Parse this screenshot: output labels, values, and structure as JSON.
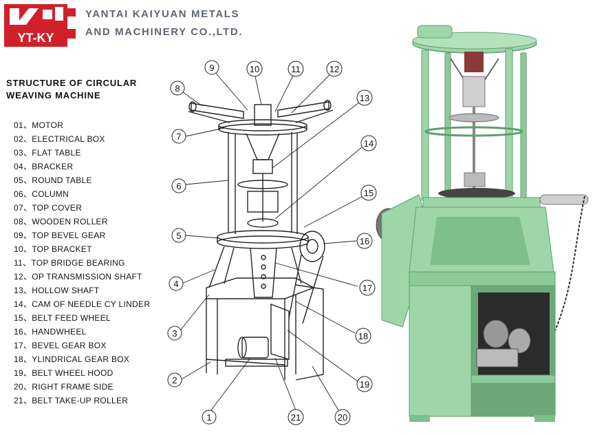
{
  "company": {
    "logo_text": "YT-KY",
    "name_line1": "YANTAI KAIYUAN METALS",
    "name_line2": "AND MACHINERY CO.,LTD."
  },
  "title": {
    "line1": "STRUCTURE OF CIRCULAR",
    "line2": "WEAVING MACHINE"
  },
  "parts": [
    "01、MOTOR",
    "02、ELECTRICAL BOX",
    "03、FLAT TABLE",
    "04、BRACKER",
    "05、ROUND TABLE",
    "06、COLUMN",
    "07、TOP COVER",
    "08、WOODEN ROLLER",
    "09、TOP BEVEL GEAR",
    "10、TOP BRACKET",
    "11、TOP BRIDGE BEARING",
    "12、OP TRANSMISSION SHAFT",
    "13、HOLLOW SHAFT",
    "14、CAM OF NEEDLE CY LINDER",
    "15、BELT FEED WHEEL",
    "16、HANDWHEEL",
    "17、BEVEL GEAR BOX",
    "18、YLINDRICAL GEAR BOX",
    "19、BELT WHEEL HOOD",
    "20、RIGHT FRAME SIDE",
    "21、BELT TAKE-UP ROLLER"
  ],
  "callouts": [
    "1",
    "2",
    "3",
    "4",
    "5",
    "6",
    "7",
    "8",
    "9",
    "10",
    "11",
    "12",
    "13",
    "14",
    "15",
    "16",
    "17",
    "18",
    "19",
    "20",
    "21"
  ],
  "colors": {
    "logo_red": "#d0202a",
    "company_gray": "#5e6670",
    "machine_green": "#9ed6aa",
    "machine_green_dark": "#5f9e6e"
  }
}
